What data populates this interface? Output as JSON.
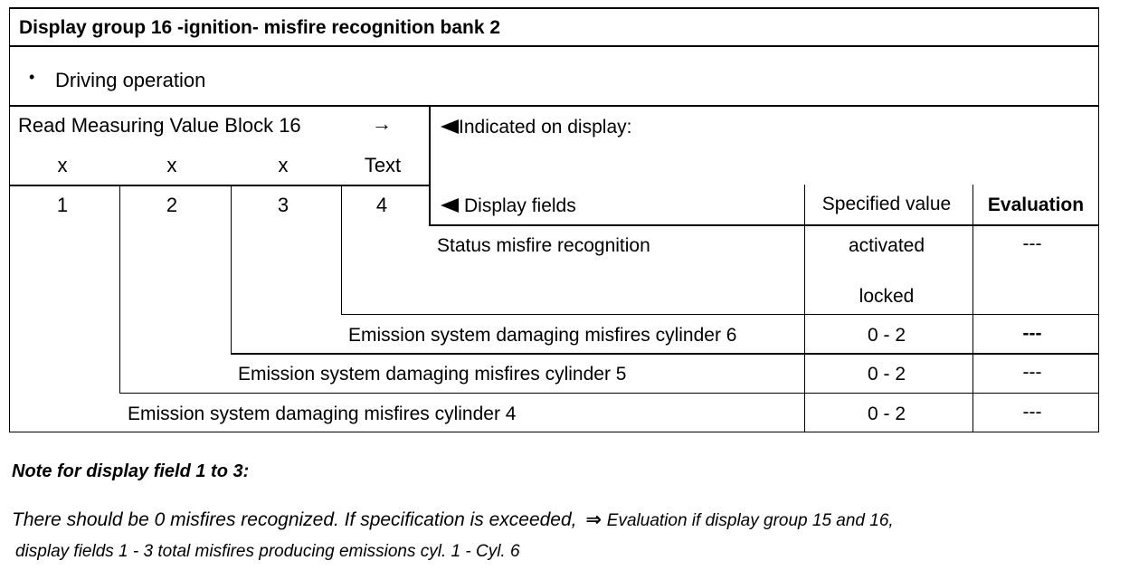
{
  "header": {
    "title": "Display group 16 -ignition- misfire recognition bank 2"
  },
  "condition": {
    "bullet": "•",
    "text": "Driving operation"
  },
  "block_header": {
    "read_label": "Read Measuring Value Block 16",
    "arrow": "→",
    "cols": [
      "x",
      "x",
      "x",
      "Text"
    ],
    "numbers": [
      "1",
      "2",
      "3",
      "4"
    ]
  },
  "indicated": {
    "label": "Indicated on display:"
  },
  "fields_header": {
    "display_fields": "Display fields",
    "specified_value": "Specified value",
    "evaluation": "Evaluation"
  },
  "rows": [
    {
      "name": "Status misfire recognition",
      "values": [
        "activated",
        "locked"
      ],
      "evaluation": "---"
    },
    {
      "name": "Emission system damaging misfires cylinder 6",
      "value": "0 - 2",
      "evaluation": "---"
    },
    {
      "name": "Emission system damaging misfires cylinder 5",
      "value": "0 - 2",
      "evaluation": "---"
    },
    {
      "name": "Emission system damaging misfires cylinder 4",
      "value": "0 - 2",
      "evaluation": "---"
    }
  ],
  "note": {
    "title": "Note for display field 1 to 3:",
    "line1": "There should be 0 misfires recognized. If specification is exceeded,",
    "ref_arrow": "⇒",
    "ref_text": "Evaluation if display group 15 and 16,",
    "line2": "display fields 1 - 3 total misfires producing emissions cyl. 1 - Cyl. 6"
  }
}
